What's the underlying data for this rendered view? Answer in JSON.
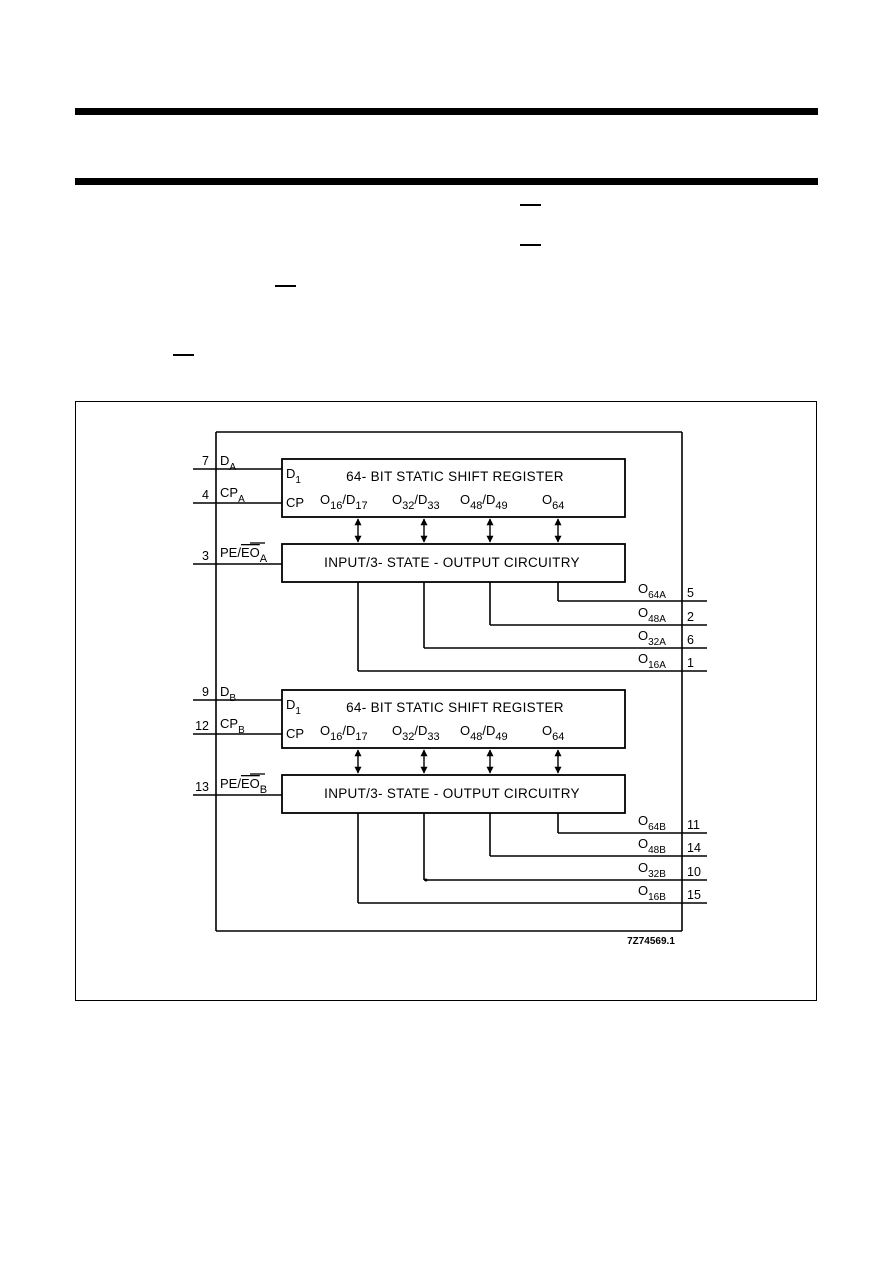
{
  "diagram": {
    "section_a": {
      "register_title": "64- BIT STATIC SHIFT REGISTER",
      "output_block": "INPUT/3- STATE - OUTPUT CIRCUITRY",
      "pin_d": "7",
      "pin_cp": "4",
      "pin_pe": "3",
      "data_label": "D",
      "data_sub": "A",
      "clock_label": "CP",
      "clock_sub": "A",
      "pe_label": "PE/",
      "eo_label": "EO",
      "pe_sub": "A",
      "outputs": [
        {
          "name": "O",
          "sub": "64A",
          "pin": "5"
        },
        {
          "name": "O",
          "sub": "48A",
          "pin": "2"
        },
        {
          "name": "O",
          "sub": "32A",
          "pin": "6"
        },
        {
          "name": "O",
          "sub": "16A",
          "pin": "1"
        }
      ]
    },
    "section_b": {
      "register_title": "64- BIT STATIC SHIFT REGISTER",
      "output_block": "INPUT/3- STATE - OUTPUT CIRCUITRY",
      "pin_d": "9",
      "pin_cp": "12",
      "pin_pe": "13",
      "data_label": "D",
      "data_sub": "B",
      "clock_label": "CP",
      "clock_sub": "B",
      "pe_label": "PE/",
      "eo_label": "EO",
      "pe_sub": "B",
      "outputs": [
        {
          "name": "O",
          "sub": "64B",
          "pin": "11"
        },
        {
          "name": "O",
          "sub": "48B",
          "pin": "14"
        },
        {
          "name": "O",
          "sub": "32B",
          "pin": "10"
        },
        {
          "name": "O",
          "sub": "16B",
          "pin": "15"
        }
      ]
    },
    "register_inputs": {
      "d": "D",
      "d_sub": "1",
      "cp": "CP"
    },
    "taps": [
      {
        "a": "O",
        "a_sub": "16",
        "b": "D",
        "b_sub": "17"
      },
      {
        "a": "O",
        "a_sub": "32",
        "b": "D",
        "b_sub": "33"
      },
      {
        "a": "O",
        "a_sub": "48",
        "b": "D",
        "b_sub": "49"
      },
      {
        "a": "O",
        "a_sub": "64",
        "b": "",
        "b_sub": ""
      }
    ],
    "figure_ref": "7Z74569.1"
  }
}
